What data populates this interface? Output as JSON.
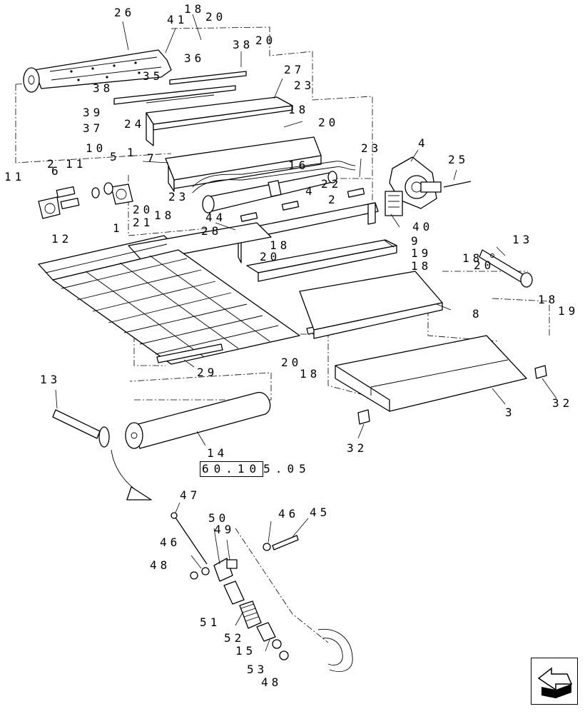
{
  "diagram": {
    "reference_link": {
      "boxed": "60.10",
      "rest": "5.05"
    },
    "callouts": [
      {
        "id": "c-26a",
        "text": "26"
      },
      {
        "id": "c-41",
        "text": "41"
      },
      {
        "id": "c-18a",
        "text": "18"
      },
      {
        "id": "c-20a",
        "text": "20"
      },
      {
        "id": "c-38a",
        "text": "38"
      },
      {
        "id": "c-20b",
        "text": "20"
      },
      {
        "id": "c-36",
        "text": "36"
      },
      {
        "id": "c-35",
        "text": "35"
      },
      {
        "id": "c-27",
        "text": "27"
      },
      {
        "id": "c-38b",
        "text": "38"
      },
      {
        "id": "c-23a",
        "text": "23"
      },
      {
        "id": "c-18b",
        "text": "18"
      },
      {
        "id": "c-39",
        "text": "39"
      },
      {
        "id": "c-37",
        "text": "37"
      },
      {
        "id": "c-24",
        "text": "24"
      },
      {
        "id": "c-20c",
        "text": "20"
      },
      {
        "id": "c-10",
        "text": "10"
      },
      {
        "id": "c-5",
        "text": "5"
      },
      {
        "id": "c-1a",
        "text": "1"
      },
      {
        "id": "c-7",
        "text": "7"
      },
      {
        "id": "c-23b",
        "text": "23"
      },
      {
        "id": "c-4a",
        "text": "4"
      },
      {
        "id": "c-25",
        "text": "25"
      },
      {
        "id": "c-11a",
        "text": "11"
      },
      {
        "id": "c-2a",
        "text": "2"
      },
      {
        "id": "c-6",
        "text": "6"
      },
      {
        "id": "c-11b",
        "text": "11"
      },
      {
        "id": "c-16",
        "text": "16"
      },
      {
        "id": "c-4b",
        "text": "4"
      },
      {
        "id": "c-22",
        "text": "22"
      },
      {
        "id": "c-23c",
        "text": "23"
      },
      {
        "id": "c-20d",
        "text": "20"
      },
      {
        "id": "c-18c",
        "text": "18"
      },
      {
        "id": "c-2b",
        "text": "2"
      },
      {
        "id": "c-12",
        "text": "12"
      },
      {
        "id": "c-44",
        "text": "44"
      },
      {
        "id": "c-1b",
        "text": "1"
      },
      {
        "id": "c-40",
        "text": "40"
      },
      {
        "id": "c-21",
        "text": "21"
      },
      {
        "id": "c-28",
        "text": "28"
      },
      {
        "id": "c-18d",
        "text": "18"
      },
      {
        "id": "c-20e",
        "text": "20"
      },
      {
        "id": "c-9",
        "text": "9"
      },
      {
        "id": "c-19a",
        "text": "19"
      },
      {
        "id": "c-18e",
        "text": "18"
      },
      {
        "id": "c-13a",
        "text": "13"
      },
      {
        "id": "c-18f",
        "text": "18"
      },
      {
        "id": "c-20f",
        "text": "20"
      },
      {
        "id": "c-8",
        "text": "8"
      },
      {
        "id": "c-18g",
        "text": "18"
      },
      {
        "id": "c-19b",
        "text": "19"
      },
      {
        "id": "c-20g",
        "text": "20"
      },
      {
        "id": "c-18h",
        "text": "18"
      },
      {
        "id": "c-29",
        "text": "29"
      },
      {
        "id": "c-3",
        "text": "3"
      },
      {
        "id": "c-32a",
        "text": "32"
      },
      {
        "id": "c-13b",
        "text": "13"
      },
      {
        "id": "c-32b",
        "text": "32"
      },
      {
        "id": "c-14",
        "text": "14"
      },
      {
        "id": "c-47",
        "text": "47"
      },
      {
        "id": "c-50",
        "text": "50"
      },
      {
        "id": "c-49",
        "text": "49"
      },
      {
        "id": "c-46a",
        "text": "46"
      },
      {
        "id": "c-45",
        "text": "45"
      },
      {
        "id": "c-46b",
        "text": "46"
      },
      {
        "id": "c-48a",
        "text": "48"
      },
      {
        "id": "c-51",
        "text": "51"
      },
      {
        "id": "c-52",
        "text": "52"
      },
      {
        "id": "c-15",
        "text": "15"
      },
      {
        "id": "c-53",
        "text": "53"
      },
      {
        "id": "c-48b",
        "text": "48"
      }
    ]
  },
  "navigation": {
    "icon": "next-page-arrow-icon"
  }
}
